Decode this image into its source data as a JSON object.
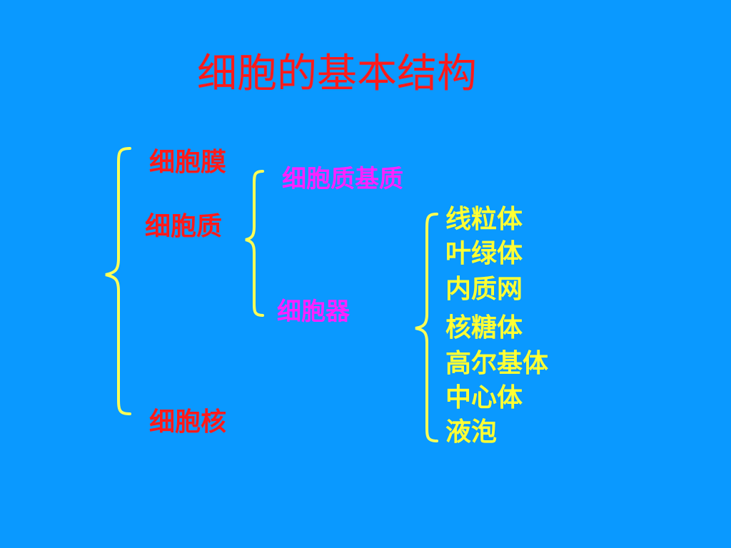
{
  "title": "细胞的基本结构",
  "colors": {
    "background": "#0a99ff",
    "title": "#ff1a1a",
    "level1": "#ff1a1a",
    "level2": "#ff22ff",
    "level3": "#ffff33",
    "brace": "#ffff55"
  },
  "level1": [
    "细胞膜",
    "细胞质",
    "细胞核"
  ],
  "level2": [
    "细胞质基质",
    "细胞器"
  ],
  "organelles": [
    "线粒体",
    "叶绿体",
    "内质网",
    "核糖体",
    "高尔基体",
    "中心体",
    "液泡"
  ]
}
